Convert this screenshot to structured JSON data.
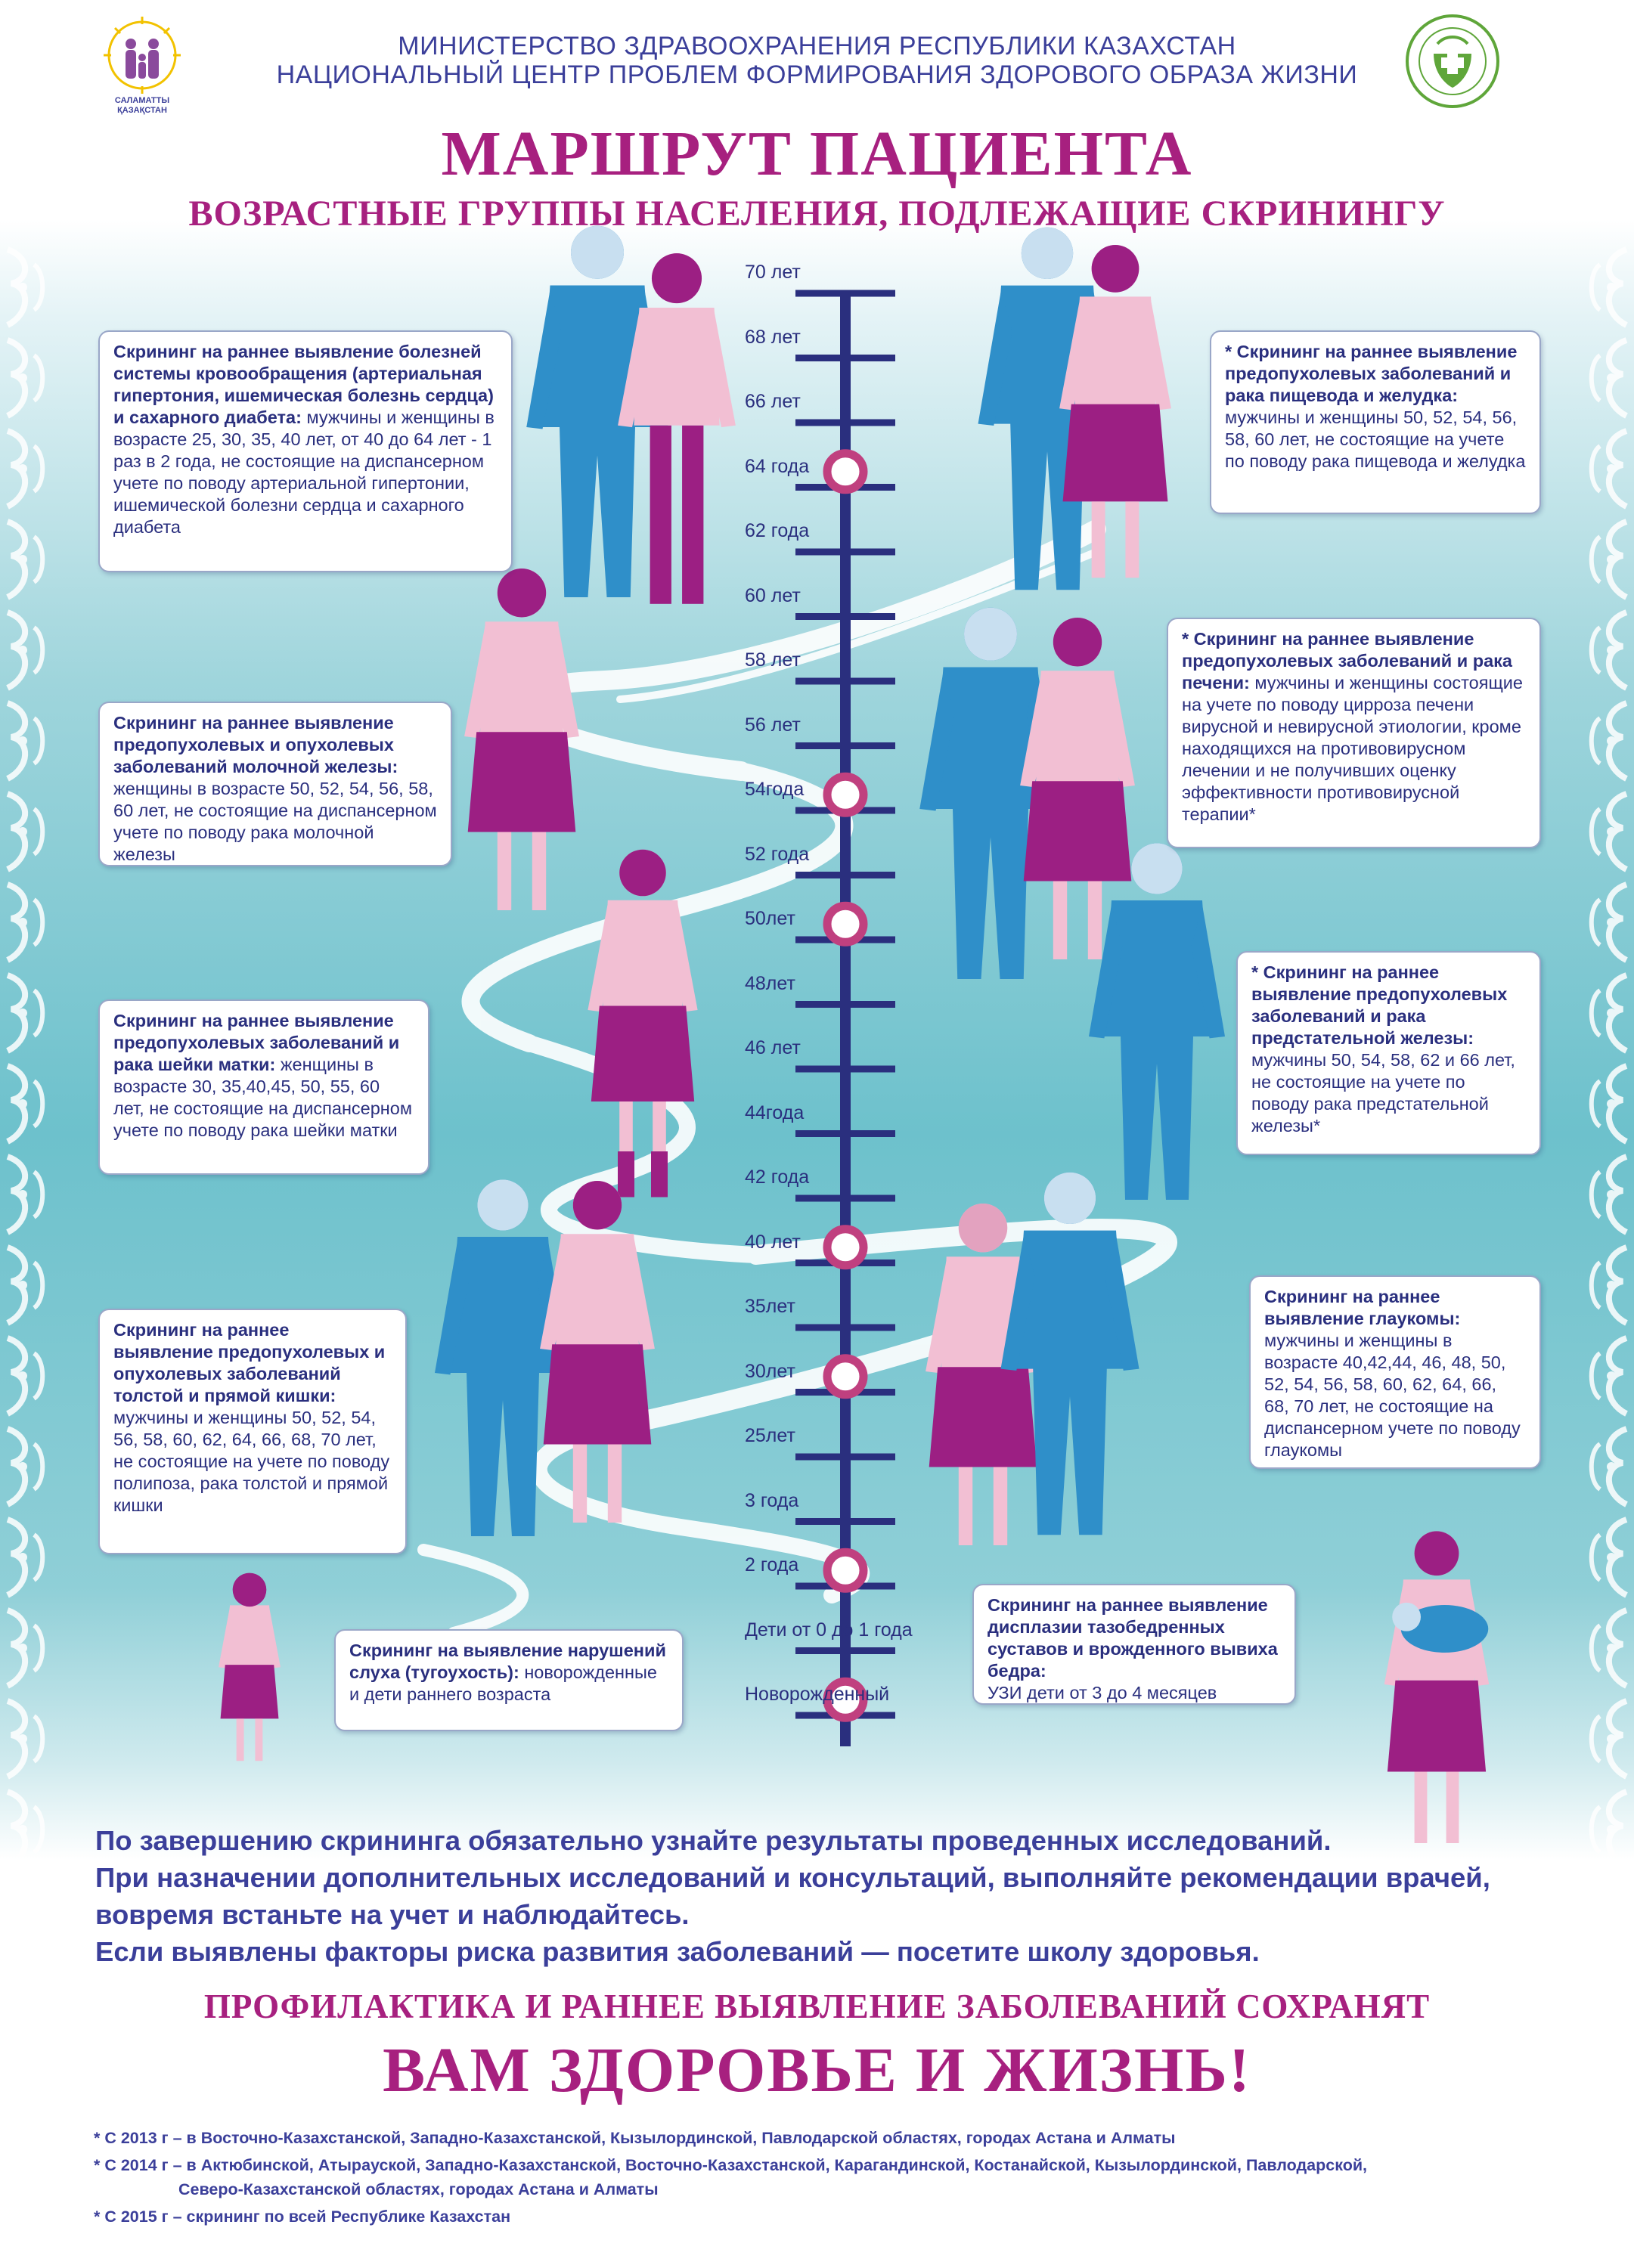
{
  "header": {
    "logo_left_text": "САЛАМАТТЫ ҚАЗАҚСТАН",
    "ministry_line1": "МИНИСТЕРСТВО ЗДРАВООХРАНЕНИЯ РЕСПУБЛИКИ КАЗАХСТАН",
    "ministry_line2": "НАЦИОНАЛЬНЫЙ ЦЕНТР ПРОБЛЕМ ФОРМИРОВАНИЯ ЗДОРОВОГО ОБРАЗА ЖИЗНИ",
    "title": "МАРШРУТ ПАЦИЕНТА",
    "subtitle": "ВОЗРАСТНЫЕ ГРУППЫ НАСЕЛЕНИЯ, ПОДЛЕЖАЩИЕ СКРИНИНГУ"
  },
  "colors": {
    "navy": "#2a2f7e",
    "magenta": "#a7207f",
    "blue_figure": "#2f8fc9",
    "pink_figure": "#f2bfd3",
    "purple_figure": "#9c1f83"
  },
  "timeline": {
    "ages": [
      "70 лет",
      "68 лет",
      "66 лет",
      "64 года",
      "62 года",
      "60 лет",
      "58 лет",
      "56 лет",
      "54года",
      "52 года",
      "50лет",
      "48лет",
      "46 лет",
      "44года",
      "42 года",
      "40 лет",
      "35лет",
      "30лет",
      "25лет",
      "3 года",
      "2 года",
      "Дети от 0 до 1 года",
      "Новорожденный"
    ],
    "marker_icon": "ring-marker-icon"
  },
  "boxes": [
    {
      "title": "Скрининг на раннее выявление болезней системы кровообращения (артериальная гипертония, ишемическая болезнь сердца) и сахарного диабета:",
      "text": " мужчины и женщины в возрасте 25, 30, 35, 40 лет, от 40 до 64 лет - 1 раз в 2 года, не состоящие на диспансерном учете по поводу артериальной гипертонии, ишемической болезни сердца и сахарного диабета"
    },
    {
      "title": "* Скрининг на раннее выявление предопухолевых заболеваний и рака пищевода и желудка:",
      "text": " мужчины и женщины 50, 52, 54, 56, 58, 60 лет, не состоящие на учете по поводу рака пищевода и желудка"
    },
    {
      "title": "Скрининг на раннее выявление предопухолевых и опухолевых заболеваний молочной железы:",
      "text": " женщины в возрасте 50, 52, 54, 56, 58, 60 лет, не состоящие на диспансерном учете по поводу рака молочной железы"
    },
    {
      "title": "* Скрининг на раннее выявление предопухолевых заболеваний и рака печени:",
      "text": " мужчины и женщины состоящие на учете по поводу цирроза печени вирусной и невирусной этиологии, кроме находящихся на противовирусном лечении и не получивших оценку эффективности противовирусной терапии*"
    },
    {
      "title": "Скрининг на раннее выявление предопухолевых заболеваний и рака шейки матки:",
      "text": " женщины в возрасте 30, 35,40,45, 50, 55, 60 лет, не состоящие на диспансерном учете по поводу рака шейки матки"
    },
    {
      "title": "* Скрининг на раннее выявление предопухолевых заболеваний и рака предстательной железы:",
      "text": " мужчины 50, 54, 58, 62 и 66 лет, не состоящие на учете по поводу рака предстательной железы*"
    },
    {
      "title": "Скрининг на раннее выявление предопухолевых и опухолевых заболеваний толстой и прямой кишки:",
      "text": " мужчины и женщины 50, 52, 54, 56, 58, 60, 62, 64, 66, 68, 70 лет, не состоящие на учете по поводу полипоза, рака толстой и прямой кишки"
    },
    {
      "title": "Скрининг на раннее выявление глаукомы:",
      "text": " мужчины и женщины в возрасте 40,42,44, 46, 48, 50, 52, 54, 56, 58, 60, 62, 64, 66, 68, 70 лет, не состоящие на диспансерном учете по поводу глаукомы"
    },
    {
      "title": "Скрининг на выявление нарушений слуха (тугоухость):",
      "text": " новорожденные и дети  раннего возраста"
    },
    {
      "title": "Скрининг на раннее выявление дисплазии тазобедренных суставов и врожденного вывиха бедра:",
      "text": "УЗИ дети от 3 до 4 месяцев"
    }
  ],
  "advice": [
    "По завершению скрининга обязательно узнайте результаты проведенных исследований.",
    "При назначении дополнительных исследований и консультаций, выполняйте рекомендации врачей, вовремя встаньте на учет и наблюдайтесь.",
    "Если выявлены факторы риска развития заболеваний — посетите школу здоровья."
  ],
  "slogan": {
    "line1": "ПРОФИЛАКТИКА И РАННЕЕ ВЫЯВЛЕНИЕ ЗАБОЛЕВАНИЙ СОХРАНЯТ",
    "line2": "ВАМ ЗДОРОВЬЕ И ЖИЗНЬ!"
  },
  "footnotes": [
    "* С 2013 г – в Восточно-Казахстанской, Западно-Казахстанской, Кызылординской, Павлодарской областях, городах Астана и Алматы",
    "* С 2014 г – в Актюбинской, Атырауской, Западно-Казахстанской, Восточно-Казахстанской, Карагандинской, Костанайской, Кызылординской, Павлодарской,",
    "Северо-Казахстанской областях, городах Астана и Алматы",
    "* С 2015 г – скрининг по всей Республике Казахстан"
  ]
}
